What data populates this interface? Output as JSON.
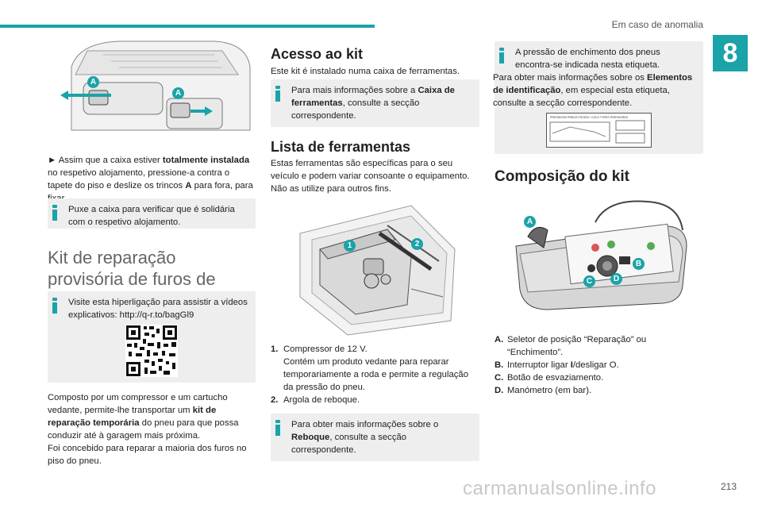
{
  "header": {
    "section": "Em caso de anomalia",
    "chapter": "8"
  },
  "col1": {
    "step_prefix": "► Assim que a caixa estiver ",
    "step_bold": "totalmente instalada",
    "step_mid": " no respetivo alojamento, pressione-a contra o tapete do piso e deslize os trincos ",
    "step_letter": "A",
    "step_suffix": " para fora, para fixar.",
    "info1": "Puxe a caixa para verificar que é solidária com o respetivo alojamento.",
    "heading": "Kit de reparação provisória de furos de pneus",
    "info2": "Visite esta hiperligação para assistir a vídeos explicativos: http://q-r.to/bagGl9",
    "para_pre": "Composto por um compressor e um cartucho vedante, permite-lhe transportar um ",
    "para_bold": "kit de reparação temporária",
    "para_post": " do pneu para que possa conduzir até à garagem mais próxima.",
    "para2": "Foi concebido para reparar a maioria dos furos no piso do pneu.",
    "callout_a": "A"
  },
  "col2": {
    "heading1": "Acesso ao kit",
    "intro": "Este kit é instalado numa caixa de ferramentas.",
    "info1_pre": "Para mais informações sobre a ",
    "info1_bold": "Caixa de ferramentas",
    "info1_post": ", consulte a secção correspondente.",
    "heading2": "Lista de ferramentas",
    "tools_intro": "Estas ferramentas são específicas para o seu veículo e podem variar consoante o equipamento. Não as utilize para outros fins.",
    "callouts": [
      "1",
      "2"
    ],
    "items": [
      {
        "k": "1.",
        "title": "Compressor de 12 V.",
        "desc": "Contém um produto vedante para reparar temporariamente a roda e permite a regulação da pressão do pneu."
      },
      {
        "k": "2.",
        "title": "Argola de reboque.",
        "desc": ""
      }
    ],
    "info2_pre": "Para obter mais informações sobre o ",
    "info2_bold": "Reboque",
    "info2_post": ", consulte a secção correspondente."
  },
  "col3": {
    "info_line1": "A pressão de enchimento dos pneus encontra-se indicada nesta etiqueta.",
    "info_line2_pre": "Para obter mais informações sobre os ",
    "info_line2_bold": "Elementos de identificação",
    "info_line2_post": ", em especial esta etiqueta, consulte a secção correspondente.",
    "label_title": "PRESSIONS PNEUS FROIDS / COLD TYRES PRESSURES",
    "heading": "Composição do kit",
    "callouts": [
      "A",
      "B",
      "C",
      "D"
    ],
    "items": [
      {
        "k": "A.",
        "text_pre": "Seletor de posição “Reparação” ou “Enchimento”.",
        "bold": "",
        "text_post": ""
      },
      {
        "k": "B.",
        "text_pre": "Interruptor ligar ",
        "bold": "I",
        "text_post": "/desligar O."
      },
      {
        "k": "C.",
        "text_pre": "Botão de esvaziamento.",
        "bold": "",
        "text_post": ""
      },
      {
        "k": "D.",
        "text_pre": "Manómetro (em bar).",
        "bold": "",
        "text_post": ""
      }
    ]
  },
  "footer": {
    "page": "213",
    "watermark": "carmanualsonline.info"
  },
  "colors": {
    "accent": "#1aa3a8",
    "info_bg": "#eeeeee"
  }
}
